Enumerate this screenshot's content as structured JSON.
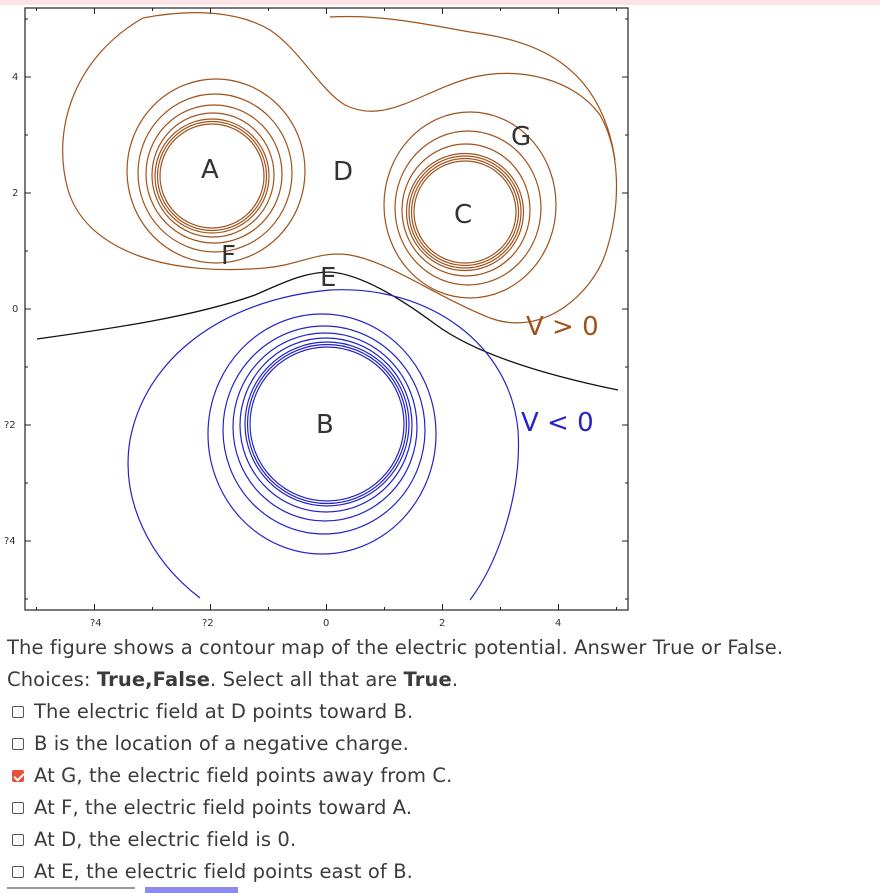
{
  "figure": {
    "x_ticks": [
      "?4",
      "?2",
      "0",
      "2",
      "4"
    ],
    "y_ticks": [
      "4",
      "2",
      "0",
      "?2",
      "?4"
    ],
    "labels": {
      "A": "A",
      "B": "B",
      "C": "C",
      "D": "D",
      "E": "E",
      "F": "F",
      "G": "G",
      "v_pos": "V > 0",
      "v_neg": "V < 0"
    },
    "colors": {
      "positive": "#a0521b",
      "negative": "#2323c8",
      "zero": "#111111"
    }
  },
  "question": {
    "prompt": "The figure shows a contour map of the electric potential. Answer True or False.",
    "choices_prefix": "Choices: ",
    "choices_values": "True,False",
    "choices_period": ".",
    "select_prefix": " Select all that are ",
    "select_value": "True",
    "select_period": ".",
    "statements": [
      {
        "text": "The electric field at D points toward B.",
        "checked": false
      },
      {
        "text": "B is the location of a negative charge.",
        "checked": false
      },
      {
        "text": "At G, the electric field points away from C.",
        "checked": true
      },
      {
        "text": "At F, the electric field points toward A.",
        "checked": false
      },
      {
        "text": "At D, the electric field is 0.",
        "checked": false
      },
      {
        "text": "At E, the electric field points east of B.",
        "checked": false
      }
    ]
  }
}
